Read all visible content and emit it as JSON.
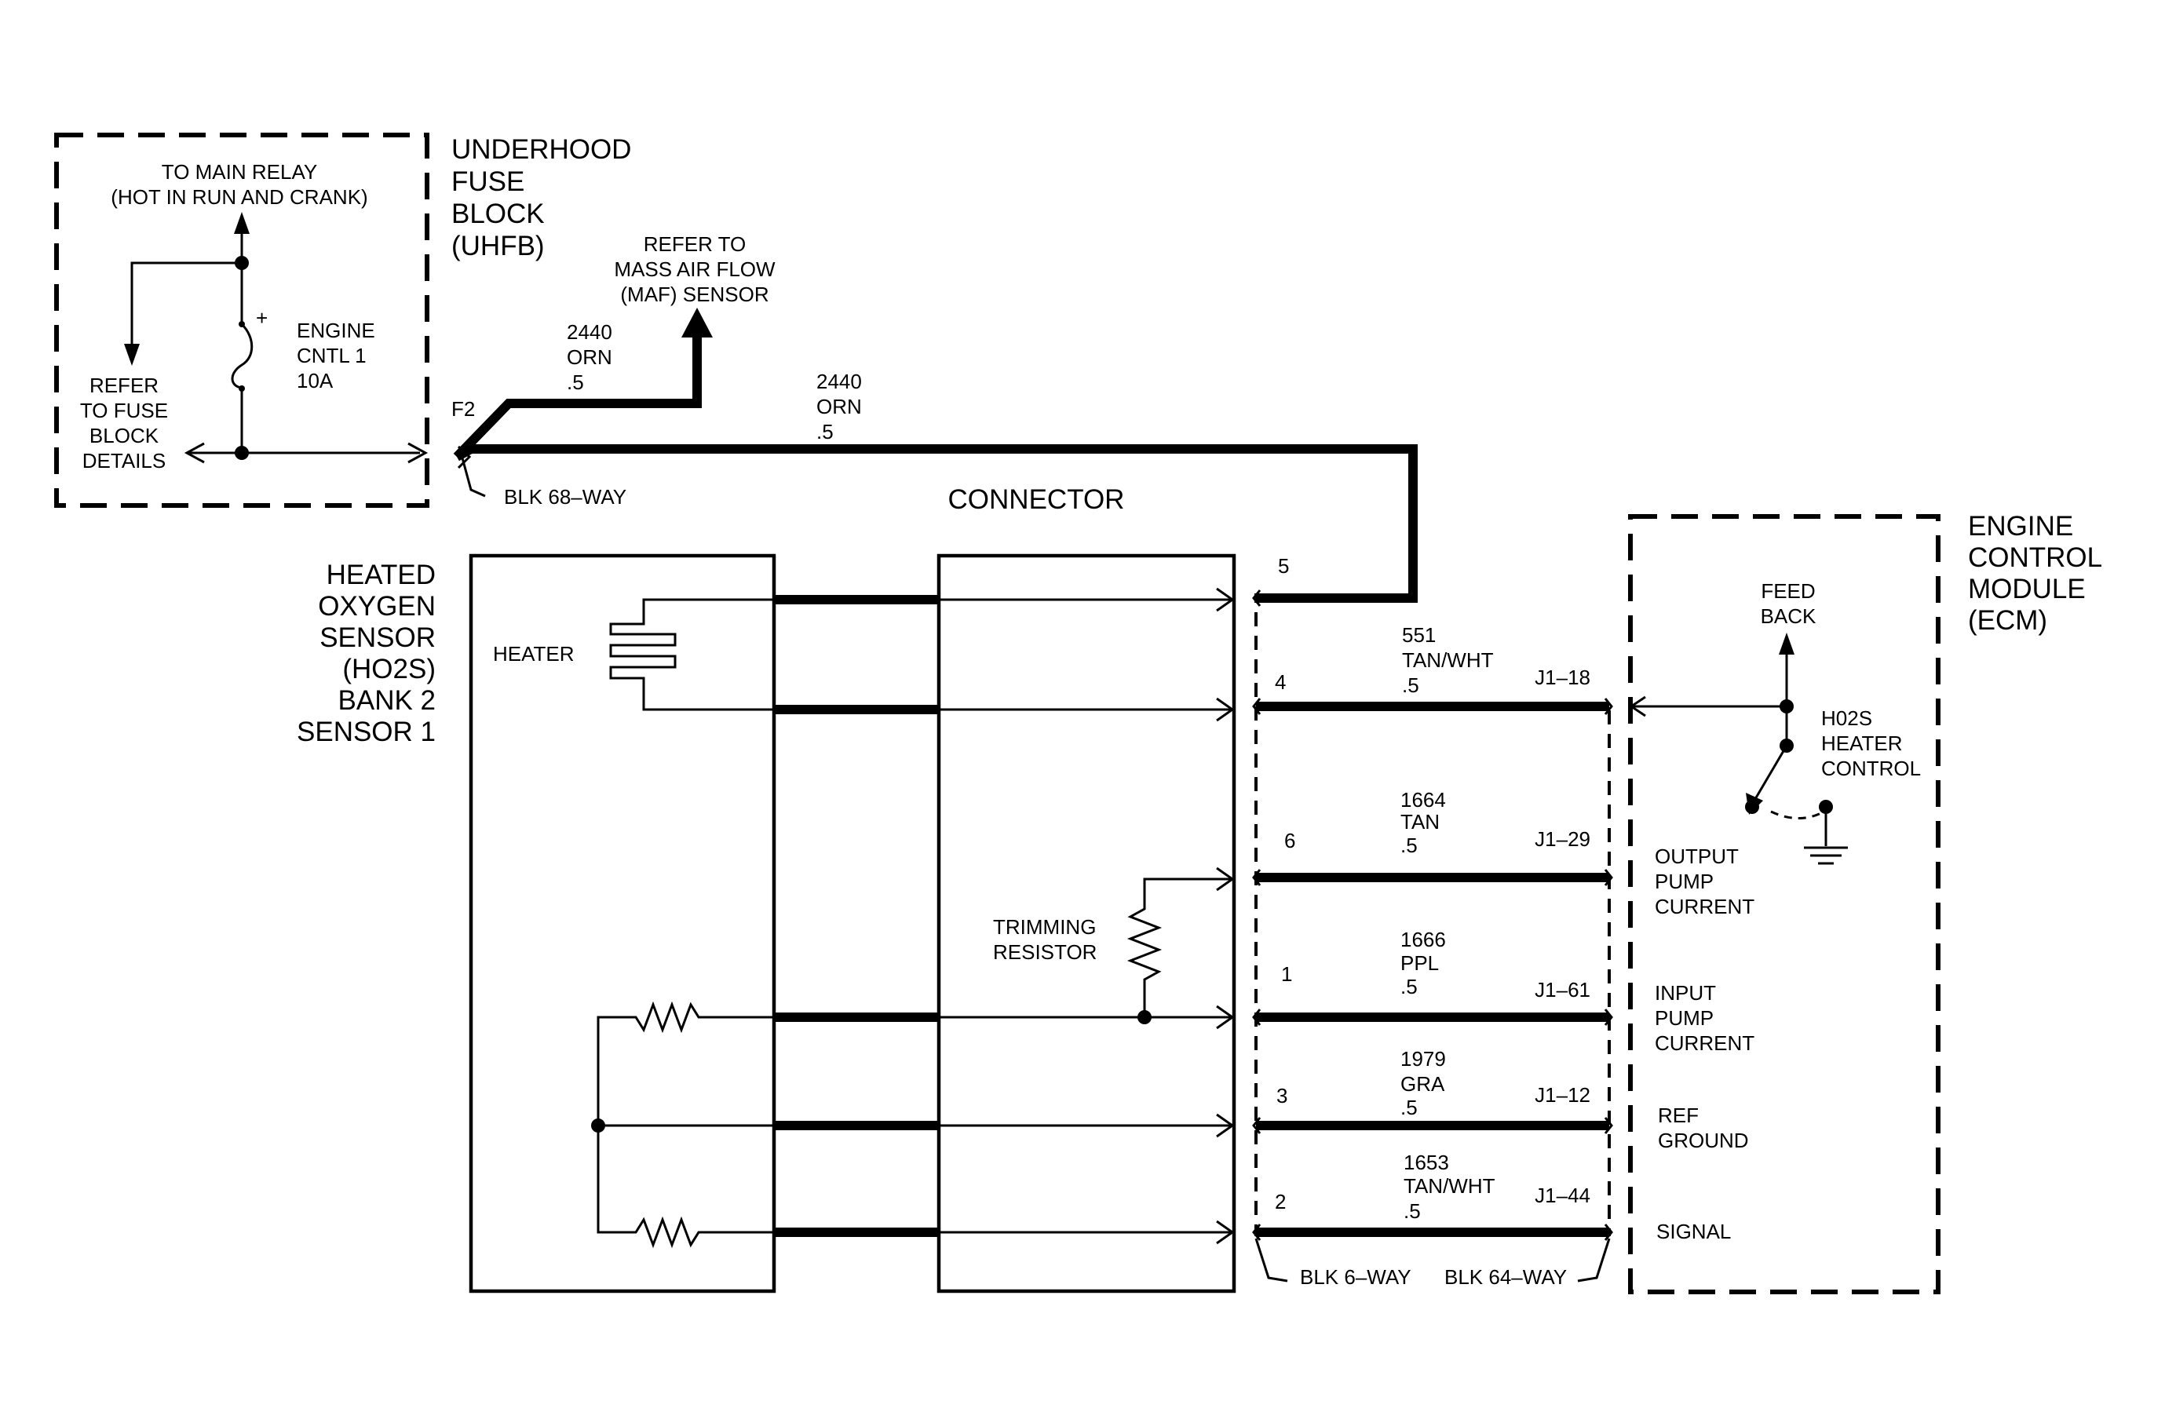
{
  "uhfb": {
    "title": [
      "UNDERHOOD",
      "FUSE",
      "BLOCK",
      "(UHFB)"
    ],
    "to_main_relay": [
      "TO MAIN RELAY",
      "(HOT IN RUN AND CRANK)"
    ],
    "fuse_label": [
      "ENGINE",
      "CNTL 1",
      "10A"
    ],
    "refer_fuse": [
      "REFER",
      "TO FUSE",
      "BLOCK",
      "DETAILS"
    ],
    "plus_sign": "+",
    "terminal": "F2",
    "connector": "BLK 68–WAY"
  },
  "maf": {
    "label": [
      "REFER TO",
      "MASS AIR FLOW",
      "(MAF) SENSOR"
    ],
    "wire": [
      "2440",
      "ORN",
      ".5"
    ]
  },
  "main_wire": [
    "2440",
    "ORN",
    ".5"
  ],
  "connector_title": "CONNECTOR",
  "ho2s": {
    "title": [
      "HEATED",
      "OXYGEN",
      "SENSOR",
      "(HO2S)",
      "BANK 2",
      "SENSOR 1"
    ],
    "heater": "HEATER",
    "trimming": [
      "TRIMMING",
      "RESISTOR"
    ]
  },
  "pins": [
    {
      "pin": "5"
    },
    {
      "pin": "4",
      "wire": [
        "551",
        "TAN/WHT",
        ".5"
      ],
      "ecm_pin": "J1–18"
    },
    {
      "pin": "6",
      "wire": [
        "1664",
        "TAN",
        ".5"
      ],
      "ecm_pin": "J1–29"
    },
    {
      "pin": "1",
      "wire": [
        "1666",
        "PPL",
        ".5"
      ],
      "ecm_pin": "J1–61"
    },
    {
      "pin": "3",
      "wire": [
        "1979",
        "GRA",
        ".5"
      ],
      "ecm_pin": "J1–12"
    },
    {
      "pin": "2",
      "wire": [
        "1653",
        "TAN/WHT",
        ".5"
      ],
      "ecm_pin": "J1–44"
    }
  ],
  "bottom_connectors": {
    "left": "BLK 6–WAY",
    "right": "BLK 64–WAY"
  },
  "ecm": {
    "title": [
      "ENGINE",
      "CONTROL",
      "MODULE",
      "(ECM)"
    ],
    "feedback": [
      "FEED",
      "BACK"
    ],
    "heater_control": [
      "H02S",
      "HEATER",
      "CONTROL"
    ],
    "output_pump": [
      "OUTPUT",
      "PUMP",
      "CURRENT"
    ],
    "input_pump": [
      "INPUT",
      "PUMP",
      "CURRENT"
    ],
    "ref_ground": [
      "REF",
      "GROUND"
    ],
    "signal": "SIGNAL"
  }
}
